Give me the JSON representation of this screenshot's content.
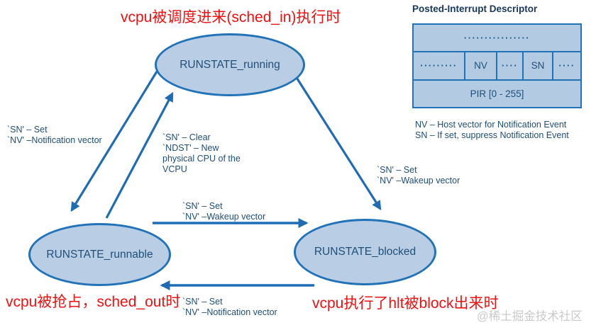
{
  "colors": {
    "accent_red": "#ee1111",
    "ellipse_fill": "#b9cde4",
    "ellipse_border": "#2272b8",
    "arrow_blue": "#1f6cb5",
    "label_blue": "#1f4e79",
    "title_navy": "#17375e",
    "watermark_gray": "#c9c9c9"
  },
  "red_notes": {
    "sched_in": "vcpu被调度进来(sched_in)执行时",
    "sched_out": "vcpu被抢占，sched_out时",
    "blocked": "vcpu执行了hlt被block出来时"
  },
  "states": {
    "running": "RUNSTATE_running",
    "runnable": "RUNSTATE_runnable",
    "blocked": "RUNSTATE_blocked"
  },
  "edge_labels": {
    "running_to_runnable": {
      "line1": "`SN' – Set",
      "line2": "`NV' –Notification vector"
    },
    "runnable_to_running": {
      "line1": "`SN' – Clear",
      "line2": "`NDST' – New",
      "line3": "physical CPU of the",
      "line4": "VCPU"
    },
    "running_to_blocked": {
      "line1": "`SN' – Set",
      "line2": "`NV' –Wakeup vector"
    },
    "runnable_to_blocked": {
      "line1": "`SN' – Set",
      "line2": "`NV' –Wakeup vector"
    },
    "blocked_to_runnable": {
      "line1": "`SN' – Set",
      "line2": "`NV' –Notification vector"
    }
  },
  "descriptor": {
    "title": "Posted-Interrupt Descriptor",
    "row1_dots": "················",
    "row2_cells": [
      "·········",
      "NV",
      "····",
      "SN",
      "····"
    ],
    "row3_label": "PIR [0 - 255]",
    "legend_nv": "NV – Host vector for Notification Event",
    "legend_sn": "SN – If set, suppress Notification Event"
  },
  "watermark": "@稀土掘金技术社区"
}
